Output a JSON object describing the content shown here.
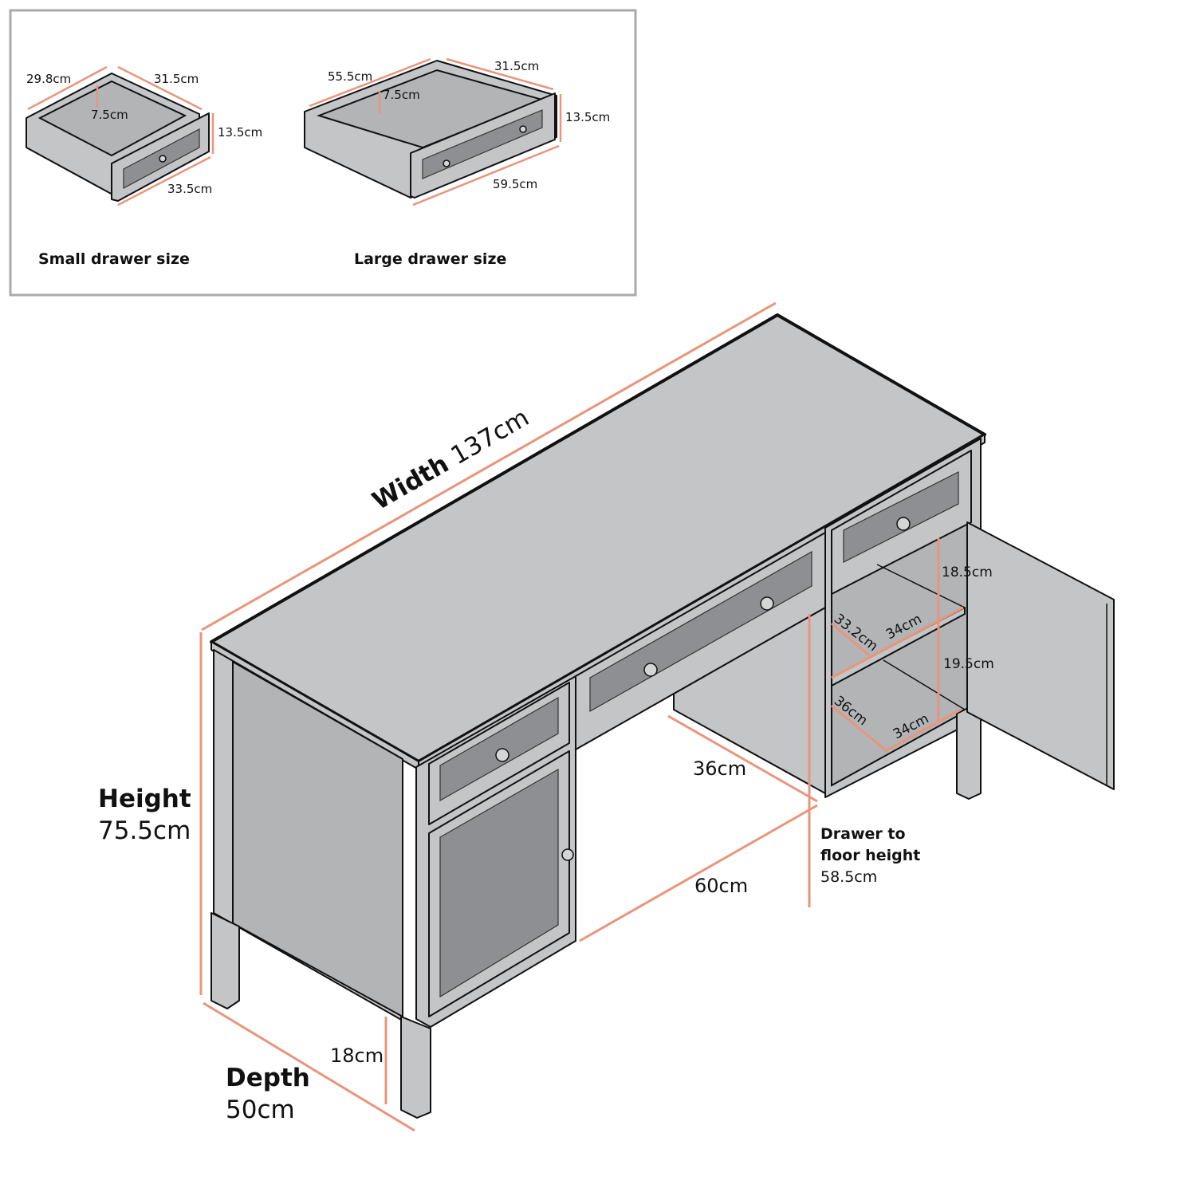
{
  "small_drawer": {
    "title": "Small drawer size",
    "depth_left": "29.8cm",
    "width_back": "31.5cm",
    "inner_height": "7.5cm",
    "height": "13.5cm",
    "front_width": "33.5cm"
  },
  "large_drawer": {
    "title": "Large drawer size",
    "width_back": "55.5cm",
    "depth_right": "31.5cm",
    "inner_height": "7.5cm",
    "height": "13.5cm",
    "front_width": "59.5cm"
  },
  "desk": {
    "width_label": "Width",
    "width_value": "137cm",
    "height_label": "Height",
    "height_value": "75.5cm",
    "depth_label": "Depth",
    "depth_value": "50cm",
    "leg_height": "18cm",
    "knee_depth": "36cm",
    "knee_width": "60cm",
    "drawer_floor_label_1": "Drawer to",
    "drawer_floor_label_2": "floor height",
    "drawer_floor_value": "58.5cm",
    "shelf_upper_height": "18.5cm",
    "shelf_lower_height": "19.5cm",
    "shelf_depth": "33.2cm",
    "shelf_width": "34cm",
    "base_depth": "36cm",
    "base_width": "34cm"
  },
  "colors": {
    "wood": "#c4c5c7",
    "dimension": "#e8957c"
  }
}
